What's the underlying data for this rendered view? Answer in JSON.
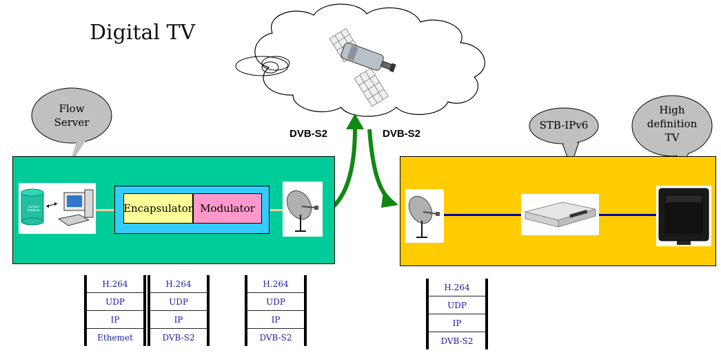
{
  "diagram": {
    "title": "Digital TV",
    "link_label_up": "DVB-S2",
    "link_label_down": "DVB-S2",
    "encapsulator_label": "Encapsulator",
    "modulator_label": "Modulator",
    "bubble_flow_server": [
      "Flow",
      "Server"
    ],
    "bubble_stb": "STB-IPv6",
    "bubble_hdtv": [
      "High",
      "definition",
      "TV"
    ],
    "database_label": [
      "Content",
      "Database"
    ]
  },
  "stacks": [
    {
      "cells": [
        "H.264",
        "UDP",
        "IP",
        "Ethemet"
      ]
    },
    {
      "cells": [
        "H.264",
        "UDP",
        "IP",
        "DVB-S2"
      ]
    },
    {
      "cells": [
        "H.264",
        "UDP",
        "IP",
        "DVB-S2"
      ]
    },
    {
      "cells": [
        "H.264",
        "UDP",
        "IP",
        "DVB-S2"
      ]
    }
  ],
  "colors": {
    "left_panel": "#00cc99",
    "right_panel": "#ffcc00",
    "chain_box": "#33ccff",
    "encapsulator": "#ffff99",
    "modulator": "#ff99cc",
    "arrow": "#118811",
    "link_line": "#0000aa",
    "bubble": "#c0c0c0"
  }
}
